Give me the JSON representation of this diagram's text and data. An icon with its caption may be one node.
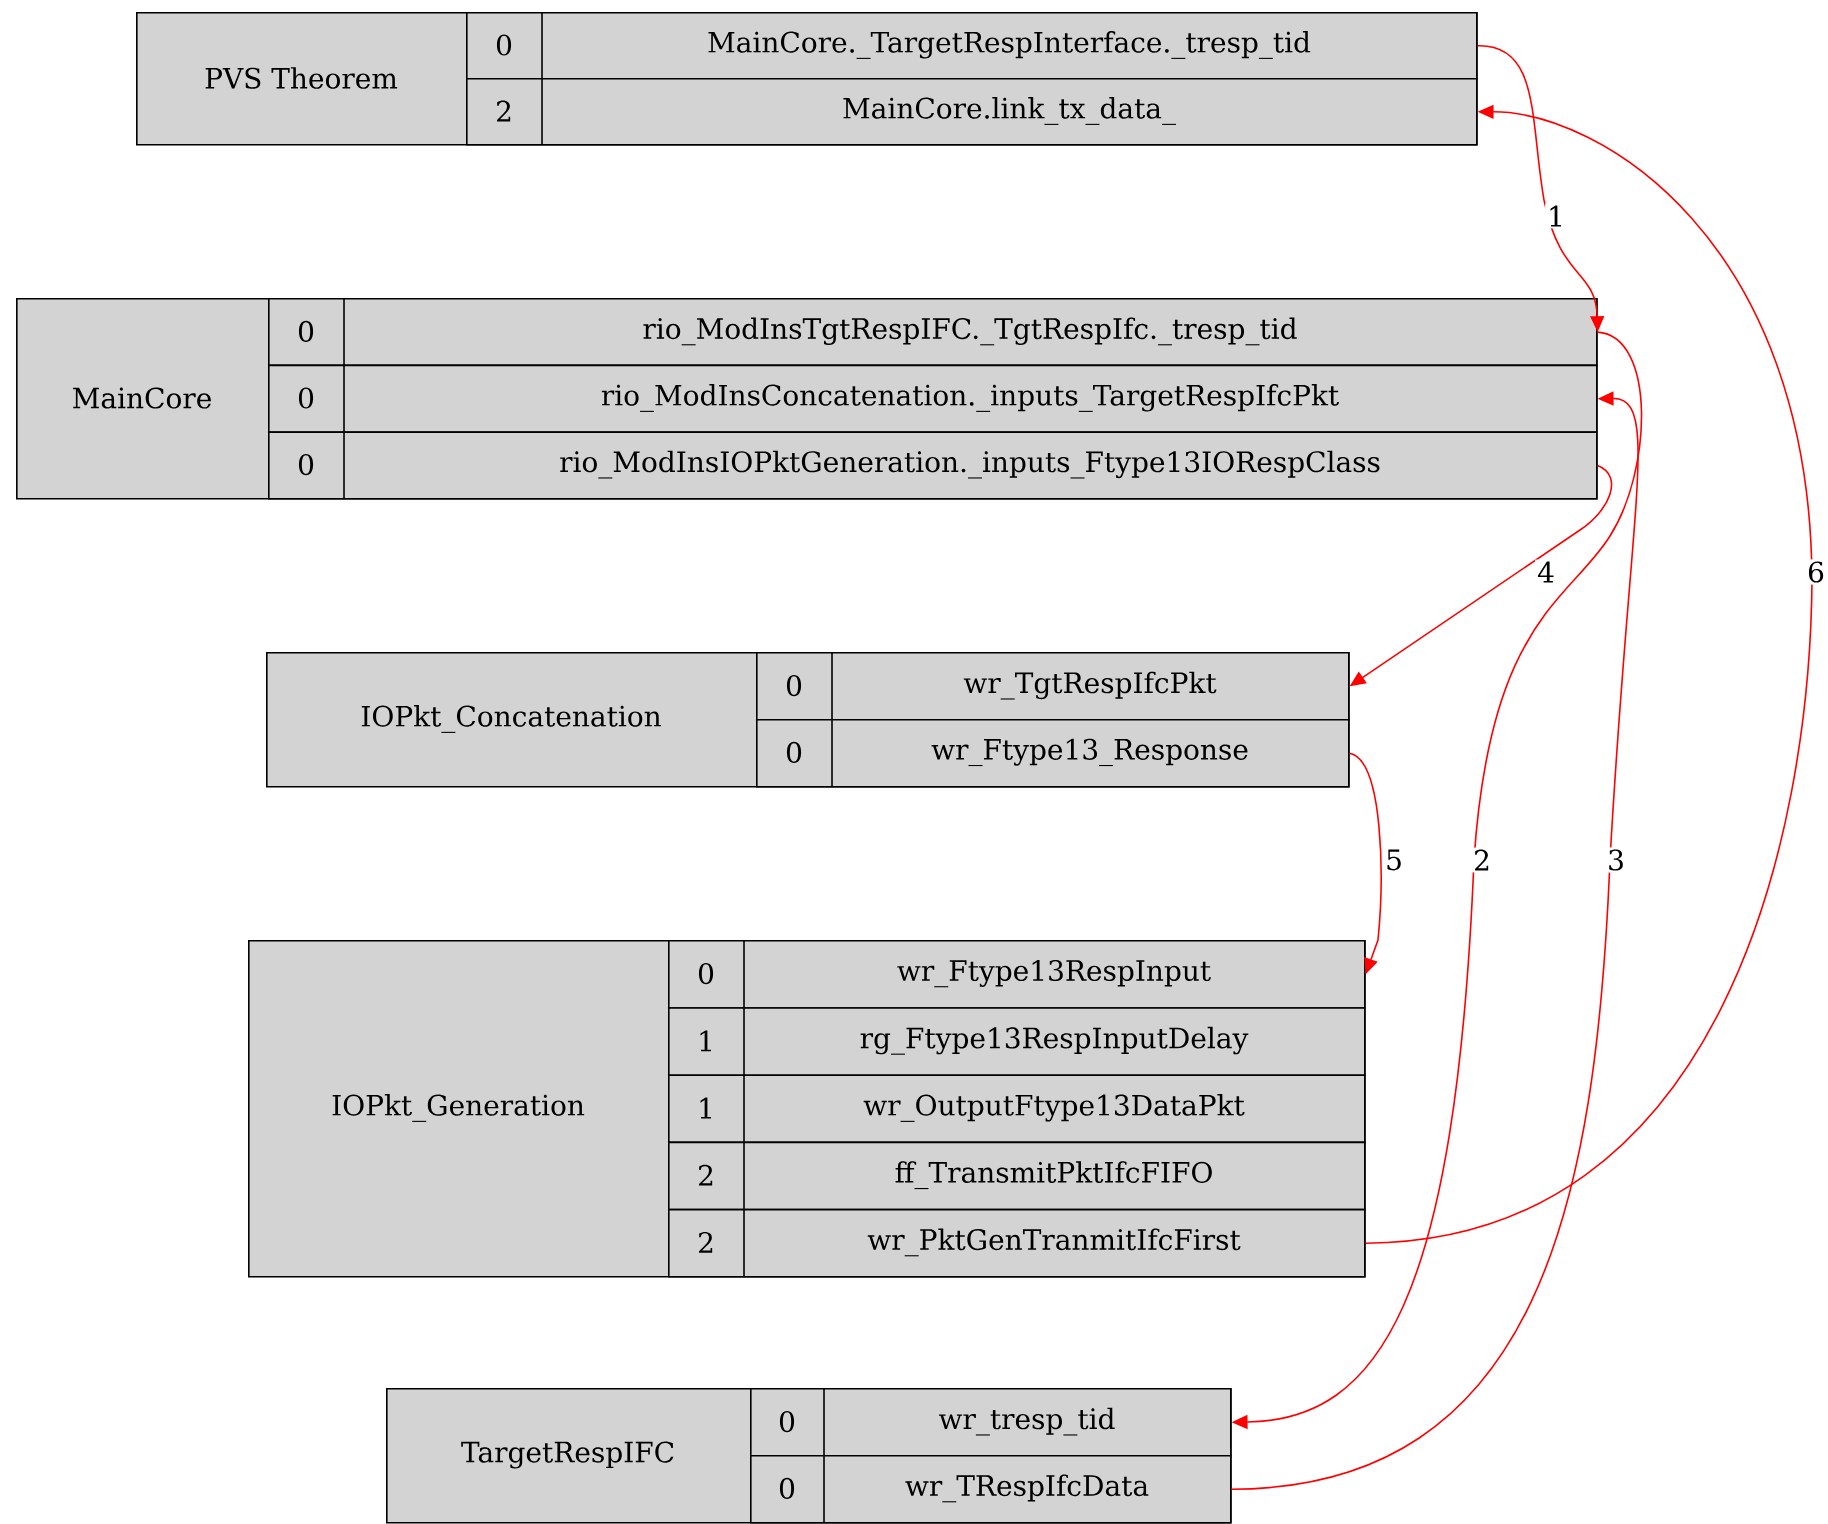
{
  "diagram": {
    "nodes": [
      {
        "text": [
          "PVS Theorem"
        ]
      },
      {
        "text": [
          "0",
          "MainCore._TargetRespInterface._tresp_tid"
        ],
        "in": 0
      },
      {
        "text": [
          "2",
          "MainCore.link_tx_data_"
        ],
        "in": 0
      },
      {
        "text": [
          "MainCore"
        ]
      },
      {
        "text": [
          "0",
          "rio_ModInsTgtRespIFC._TgtRespIfc._tresp_tid"
        ],
        "in": 3
      },
      {
        "text": [
          "0",
          "rio_ModInsConcatenation._inputs_TargetRespIfcPkt"
        ],
        "in": 3
      },
      {
        "text": [
          "0",
          "rio_ModInsIOPktGeneration._inputs_Ftype13IORespClass"
        ],
        "in": 3
      },
      {
        "text": [
          "IOPkt_Concatenation"
        ]
      },
      {
        "text": [
          "0",
          "wr_TgtRespIfcPkt"
        ],
        "in": 7
      },
      {
        "text": [
          "0",
          "wr_Ftype13_Response"
        ],
        "in": 7
      },
      {
        "text": [
          "IOPkt_Generation"
        ]
      },
      {
        "text": [
          "0",
          "wr_Ftype13RespInput"
        ],
        "in": 10
      },
      {
        "text": [
          "1",
          "rg_Ftype13RespInputDelay"
        ],
        "in": 10
      },
      {
        "text": [
          "1",
          "wr_OutputFtype13DataPkt"
        ],
        "in": 10
      },
      {
        "text": [
          "2",
          "ff_TransmitPktIfcFIFO"
        ],
        "in": 10
      },
      {
        "text": [
          "2",
          "wr_PktGenTranmitIfcFirst"
        ],
        "in": 10
      },
      {
        "text": [
          "TargetRespIFC"
        ]
      },
      {
        "text": [
          "0",
          "wr_tresp_tid"
        ],
        "in": 16
      },
      {
        "text": [
          "0",
          "wr_TRespIfcData"
        ],
        "in": 16
      }
    ],
    "edges": [
      {
        "from": 1,
        "to": 4,
        "arrow": "to",
        "label": "1"
      },
      {
        "from": 4,
        "to": 17,
        "arrow": "to",
        "label": "2"
      },
      {
        "from": 18,
        "to": 5,
        "arrow": "to",
        "label": "3"
      },
      {
        "from": 6,
        "to": 8,
        "arrow": "to",
        "label": "4"
      },
      {
        "from": 9,
        "to": 11,
        "arrow": "to",
        "label": "5"
      },
      {
        "from": 15,
        "to": 2,
        "arrow": "to",
        "label": "6"
      }
    ]
  }
}
